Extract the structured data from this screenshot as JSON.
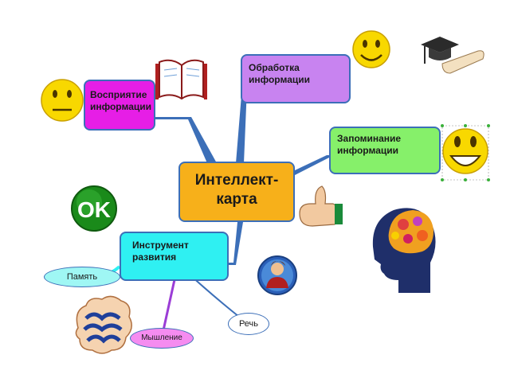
{
  "diagram": {
    "center": {
      "label": "Интеллект-\nкарта"
    },
    "nodes": {
      "perception": {
        "label": "Восприятие\nинформации"
      },
      "processing": {
        "label": "Обработка\nинформации"
      },
      "memorization": {
        "label": "Запоминание\nинформации"
      },
      "tool": {
        "label": "Инструмент\nразвития"
      }
    },
    "leaves": {
      "memory": {
        "label": "Память"
      },
      "speech": {
        "label": "Речь"
      },
      "thinking": {
        "label": "Мышление"
      }
    },
    "badges": {
      "ok": "OK"
    },
    "icons": [
      "smiley-neutral-icon",
      "book-icon",
      "smiley-happy-icon",
      "graduation-cap-icon",
      "smiley-grinning-icon",
      "ok-badge-icon",
      "thumbs-up-icon",
      "brain-head-icon",
      "person-avatar-icon",
      "brain-icon"
    ],
    "colors": {
      "connector": "#3c6fb8",
      "center": "#f7b01a",
      "perception": "#e61ee6",
      "processing": "#c883f0",
      "memorization": "#86f06a",
      "tool": "#2ff0f2",
      "memory_leaf": "#9ff7f4",
      "thinking_leaf": "#f58cf0",
      "smiley": "#f8d800",
      "ok_badge": "#1a8a1a"
    }
  }
}
